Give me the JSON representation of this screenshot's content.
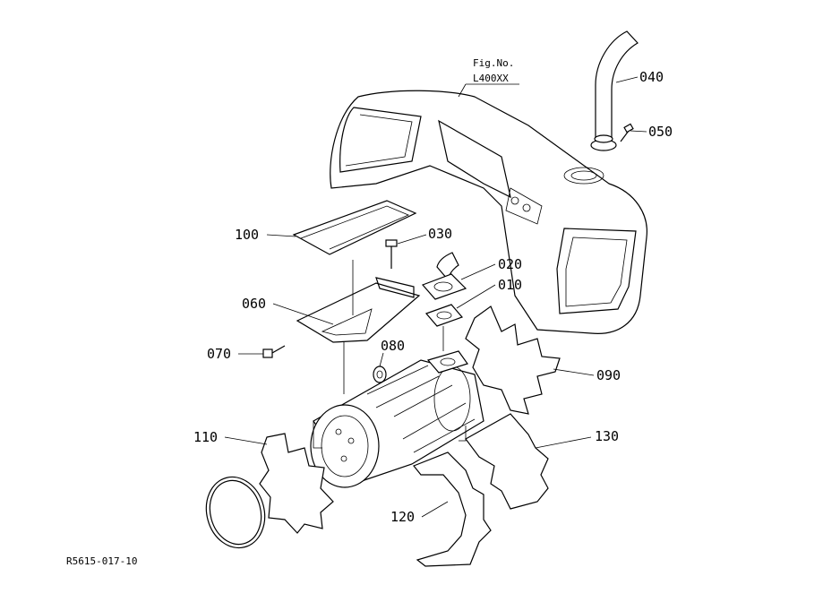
{
  "figure": {
    "fig_label": "Fig.No.",
    "fig_code": "L400XX"
  },
  "drawing_code": "R5615-017-10",
  "callouts": [
    "040",
    "050",
    "100",
    "030",
    "020",
    "010",
    "060",
    "070",
    "080",
    "090",
    "110",
    "130",
    "120"
  ]
}
